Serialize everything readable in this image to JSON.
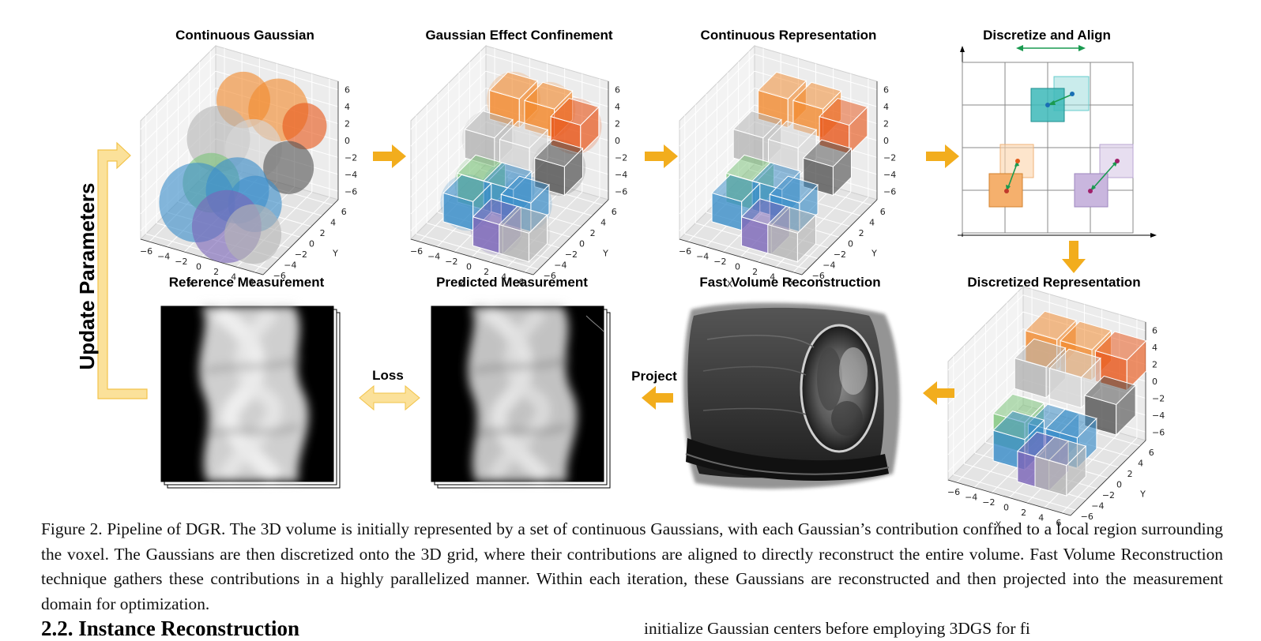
{
  "panels": {
    "continuous_gaussian": "Continuous Gaussian",
    "gaussian_effect_confinement": "Gaussian Effect Confinement",
    "continuous_representation": "Continuous Representation",
    "discretize_and_align": "Discretize and Align",
    "reference_measurement": "Reference Measurement",
    "predicted_measurement": "Predicted Measurement",
    "fast_volume_reconstruction": "Fast Volume Reconstruction",
    "discretized_representation": "Discretized Representation"
  },
  "axes": {
    "xlabel": "X",
    "ylabel": "Y",
    "z_ticks": [
      "6",
      "4",
      "2",
      "0",
      "−2",
      "−4",
      "−6"
    ],
    "x_ticks": [
      "−6",
      "−4",
      "−2",
      "0",
      "2",
      "4",
      "6"
    ],
    "y_ticks": [
      "6",
      "4",
      "2",
      "0",
      "−2",
      "−4",
      "−6"
    ]
  },
  "labels": {
    "update_parameters": "Update Parameters",
    "loss": "Loss",
    "project": "Project"
  },
  "colors": {
    "arrow": "#f2ad1d",
    "arrow_light": "#f9dc8c",
    "align_arrow": "#1a9a50",
    "orange": "#f28a2e",
    "blue": "#3b8ec9",
    "gray": "#b5b5b5",
    "purple": "#7b65b8",
    "green": "#7cc47a",
    "teal": "#3cb8b8"
  },
  "caption": "Figure 2. Pipeline of DGR. The 3D volume is initially represented by a set of continuous Gaussians, with each Gaussian’s contribution confined to a local region surrounding the voxel. The Gaussians are then discretized onto the 3D grid, where their contributions are aligned to directly reconstruct the entire volume. Fast Volume Reconstruction technique gathers these contributions in a highly parallelized manner. Within each iteration, these Gaussians are reconstructed and then projected into the measurement domain for optimization.",
  "section_heading": "2.2. Instance Reconstruction",
  "continued_text": "initialize Gaussian centers before employing 3DGS for fi"
}
